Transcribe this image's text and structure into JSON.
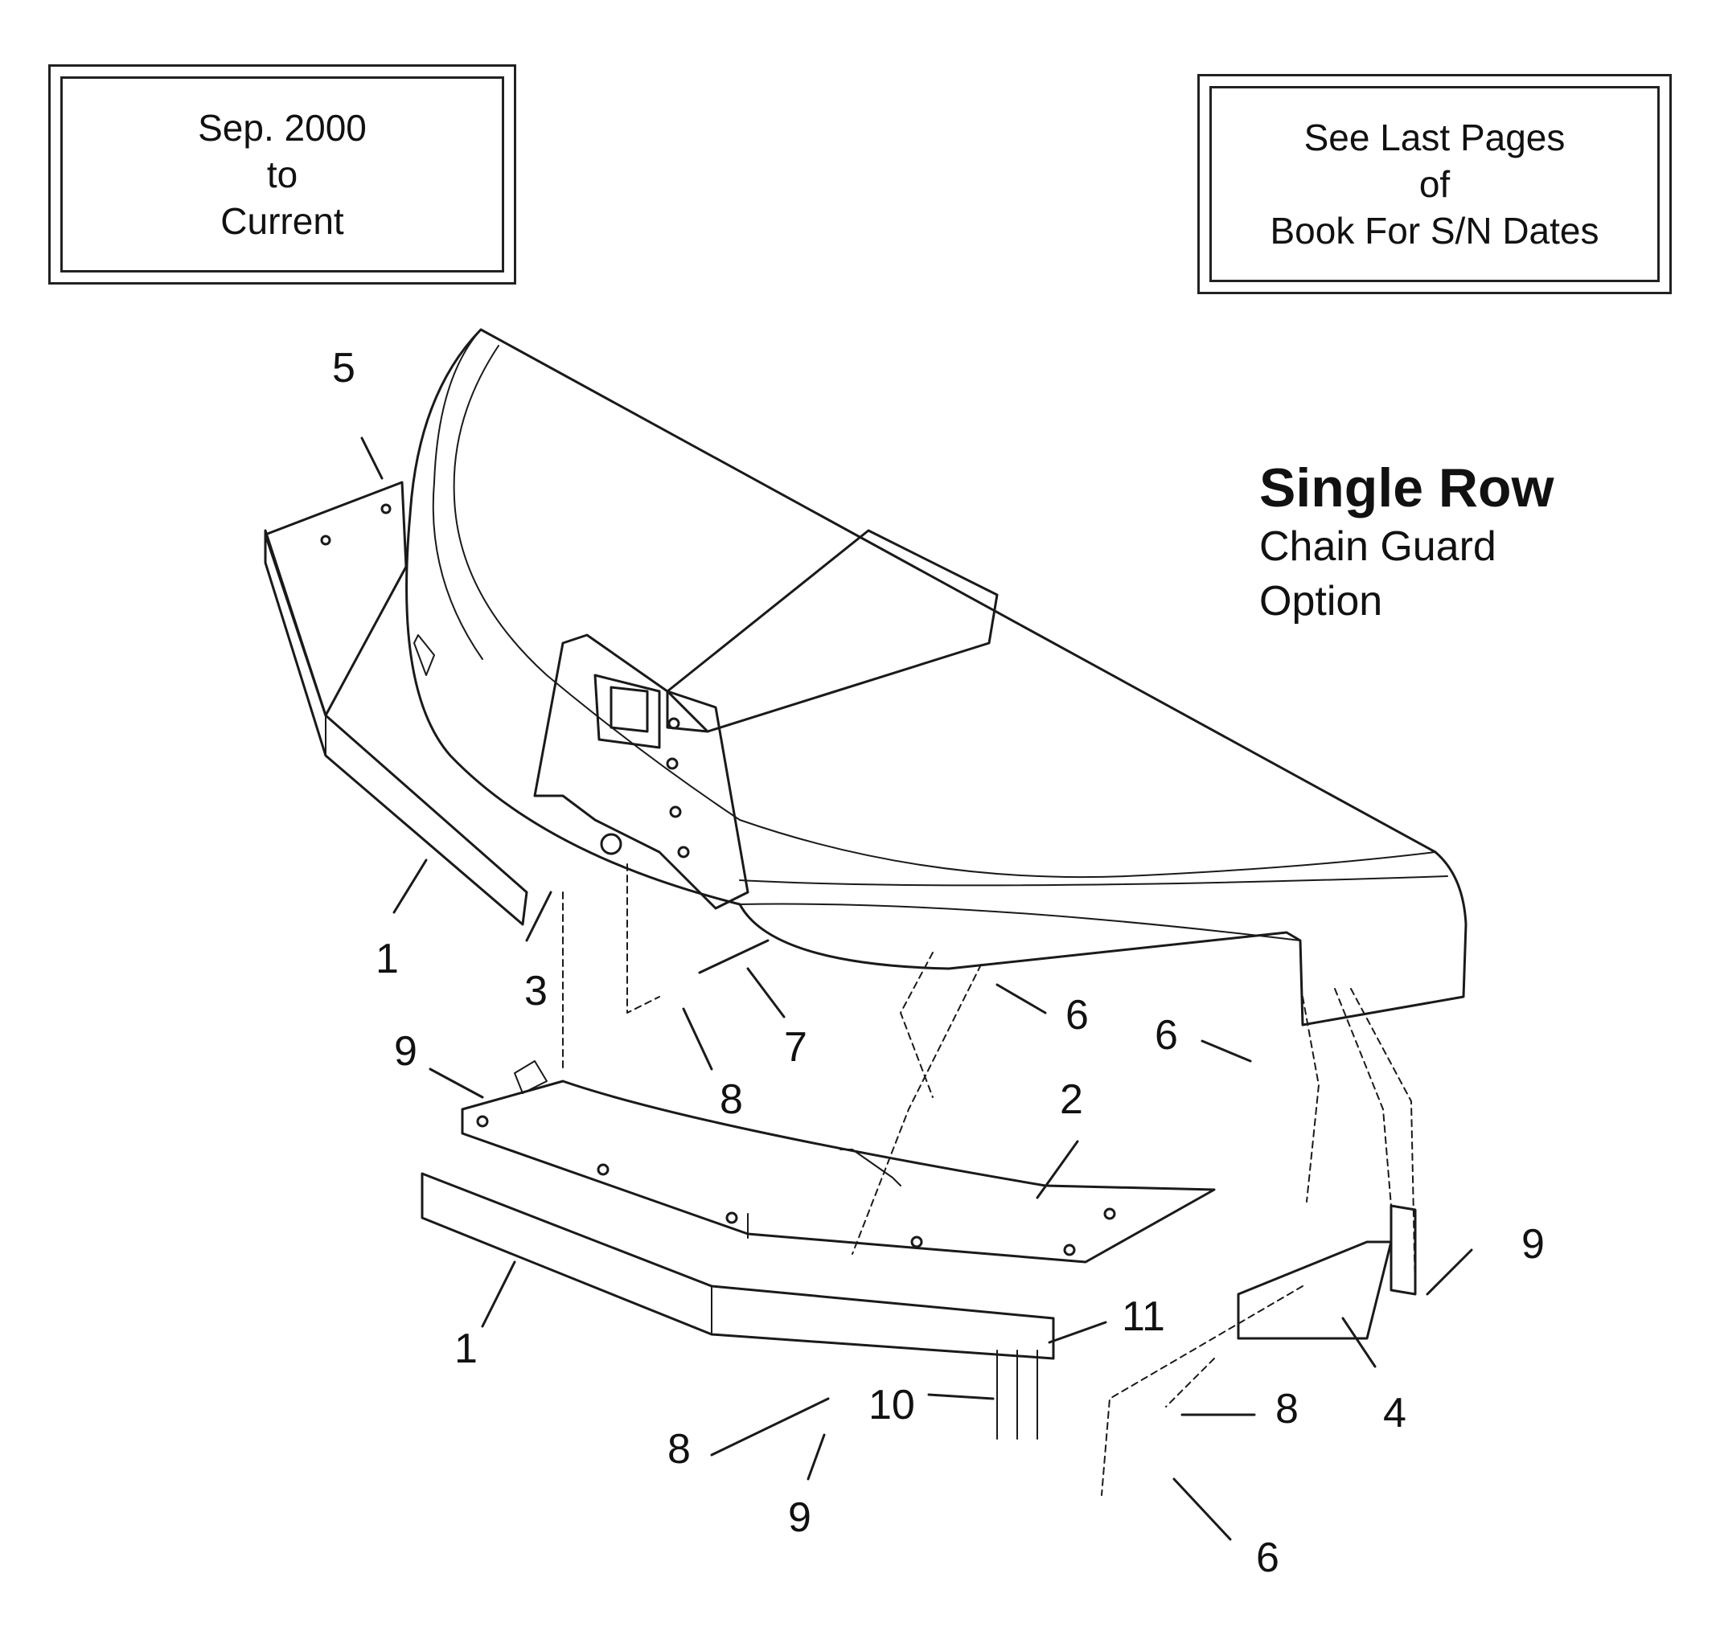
{
  "date_box": {
    "line1": "Sep. 2000",
    "line2": "to",
    "line3": "Current"
  },
  "note_box": {
    "line1": "See Last Pages",
    "line2": "of",
    "line3": "Book For S/N Dates"
  },
  "title": {
    "main": "Single Row",
    "sub1": "Chain Guard",
    "sub2": "Option"
  },
  "callouts": [
    "5",
    "1",
    "3",
    "7",
    "8",
    "6",
    "6",
    "9",
    "2",
    "9",
    "1",
    "11",
    "10",
    "8",
    "8",
    "4",
    "9",
    "6"
  ]
}
